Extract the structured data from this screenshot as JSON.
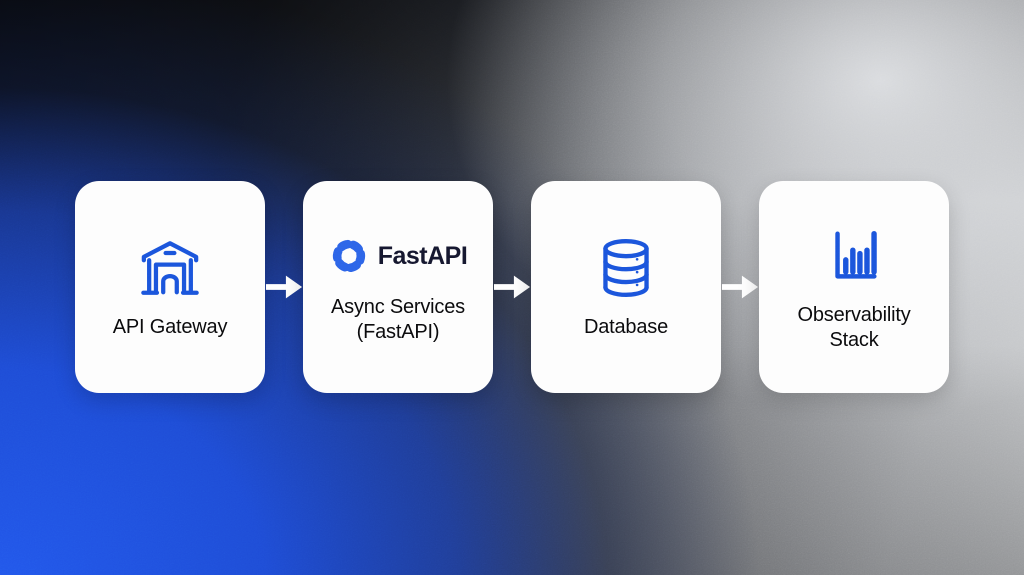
{
  "diagram": {
    "title": "FastAPI async services architecture flow",
    "connector_style": "right-arrow",
    "cards": [
      {
        "id": "api-gateway",
        "label": "API Gateway",
        "icon": "gateway-arch-icon"
      },
      {
        "id": "async-services",
        "logo_text": "FastAPI",
        "label_line1": "Async Services",
        "label_line2": "(FastAPI)",
        "icon": "fastapi-logo-icon"
      },
      {
        "id": "database",
        "label": "Database",
        "icon": "database-icon"
      },
      {
        "id": "observability",
        "label_line1": "Observability",
        "label_line2": "Stack",
        "icon": "bar-chart-icon"
      }
    ]
  },
  "colors": {
    "icon_blue": "#1a53db",
    "logo_text_dark": "#15172e",
    "label_black": "#0a0a0c",
    "card_background": "#fdfdfd",
    "arrow_white": "#ffffff",
    "background_blue": "#2257ec",
    "background_dark": "#08090c",
    "background_light_gray": "#c9cbcd"
  }
}
